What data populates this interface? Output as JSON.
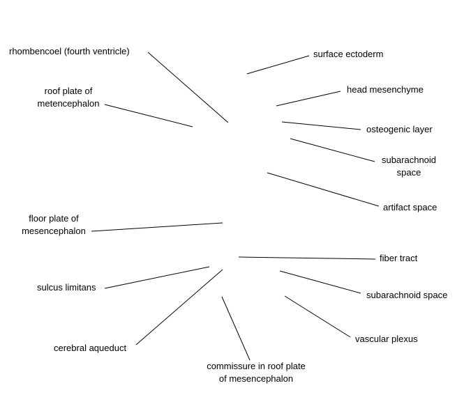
{
  "diagram": {
    "labels": {
      "rhombencoel": "rhombencoel (fourth ventricle)",
      "roof_plate_meten_1": "roof plate of",
      "roof_plate_meten_2": "metencephalon",
      "surface_ectoderm": "surface ectoderm",
      "head_mesenchyme": "head mesenchyme",
      "osteogenic_layer": "osteogenic layer",
      "subarachnoid_space_upper_1": "subarachnoid",
      "subarachnoid_space_upper_2": "space",
      "artifact_space": "artifact space",
      "floor_plate_mesen_1": "floor plate of",
      "floor_plate_mesen_2": "mesencephalon",
      "fiber_tract": "fiber tract",
      "sulcus_limitans": "sulcus limitans",
      "subarachnoid_space_lower": "subarachnoid space",
      "vascular_plexus": "vascular plexus",
      "cerebral_aqueduct": "cerebral aqueduct",
      "commissure_1": "commissure in roof plate",
      "commissure_2": "of mesencephalon"
    }
  }
}
